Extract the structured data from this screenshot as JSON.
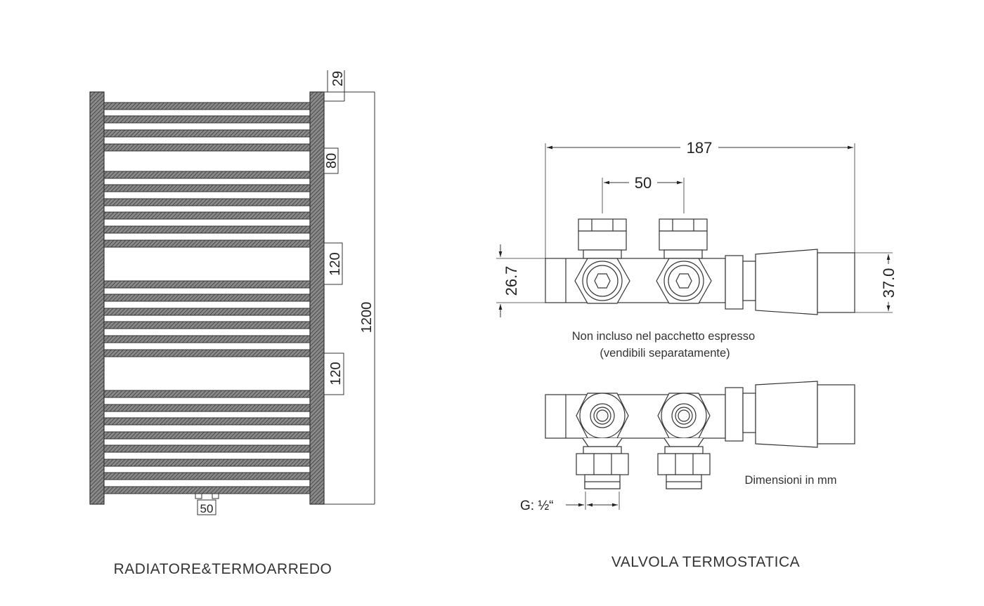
{
  "radiator": {
    "title": "RADIATORE&TERMOARREDO",
    "dim_top": "29",
    "dim_gap": "80",
    "dim_mid_gap_1": "120",
    "dim_mid_gap_2": "120",
    "dim_height": "1200",
    "dim_connection": "50"
  },
  "valve": {
    "title": "VALVOLA TERMOSTATICA",
    "dim_total_width": "187",
    "dim_center_distance": "50",
    "dim_left_height": "26.7",
    "dim_right_height": "37.0",
    "note_line1": "Non incluso nel pacchetto espresso",
    "note_line2": "(vendibili separatamente)",
    "units_note": "Dimensioni in mm",
    "thread_label": "G: ½“"
  }
}
